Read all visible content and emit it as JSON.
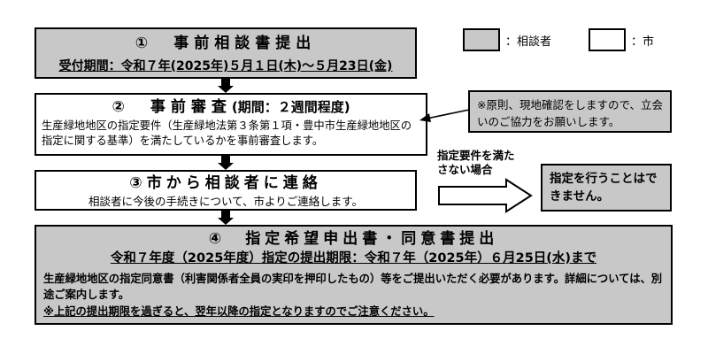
{
  "legend": {
    "consultant": "：相談者",
    "city": "：市"
  },
  "step1": {
    "title": "①　事前相談書提出",
    "period": "受付期間：令和７年(2025年)５月１日(木)～５月23日(金)"
  },
  "step2": {
    "title": "②　事前審査",
    "title_suffix": "(期間：２週間程度)",
    "body": "生産緑地地区の指定要件（生産緑地法第３条第１項・豊中市生産緑地地区の指定に関する基準）を満たしているかを事前審査します。"
  },
  "note": {
    "text": "※原則、現地確認をしますので、立会いのご協力をお願いします。"
  },
  "condition": {
    "label": "指定要件を満たさない場合"
  },
  "reject": {
    "text": "指定を行うことはできません。"
  },
  "step3": {
    "title": "③市から相談者に連絡",
    "body": "相談者に今後の手続きについて、市よりご連絡します。"
  },
  "step4": {
    "title": "④　指定希望申出書・同意書提出",
    "deadline": "令和７年度（2025年度）指定の提出期限：令和７年（2025年）６月25日(水)まで",
    "body1": "生産緑地地区の指定同意書（利害関係者全員の実印を押印したもの）等をご提出いただく必要があります。詳細については、別途ご案内します。",
    "body2": "※上記の提出期限を過ぎると、翌年以降の指定となりますのでご注意ください。"
  },
  "colors": {
    "consultant": "#c8c8c8",
    "city": "#ffffff",
    "border": "#000000"
  }
}
